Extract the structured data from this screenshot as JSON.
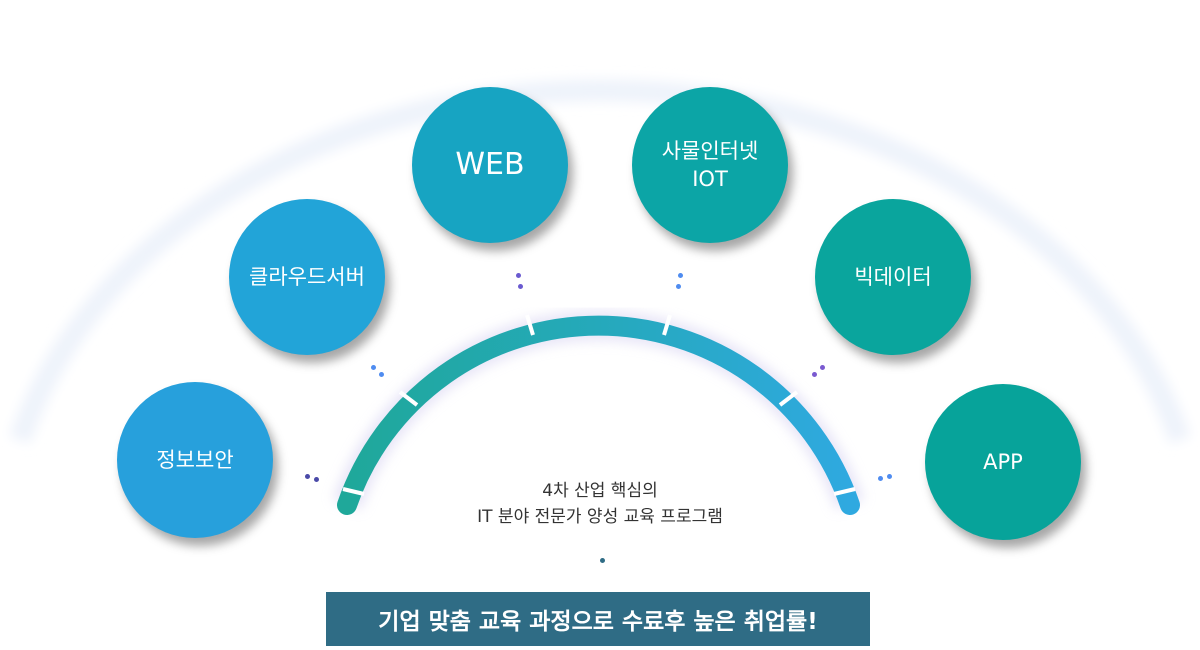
{
  "nodes": [
    {
      "label": "정보보안",
      "color": "#27a0dc"
    },
    {
      "label": "클라우드서버",
      "color": "#22a4d8"
    },
    {
      "label": "WEB",
      "color": "#17a4c2"
    },
    {
      "label": "사물인터넷",
      "label2": "IOT",
      "color": "#0ca5a6"
    },
    {
      "label": "빅데이터",
      "color": "#0aa59d"
    },
    {
      "label": "APP",
      "color": "#07a39a"
    }
  ],
  "caption": {
    "line1": "4차 산업 핵심의",
    "line2": "IT 분야 전문가 양성 교육 프로그램"
  },
  "banner": "기업 맞춤 교육 과정으로 수료후 높은 취업률!"
}
